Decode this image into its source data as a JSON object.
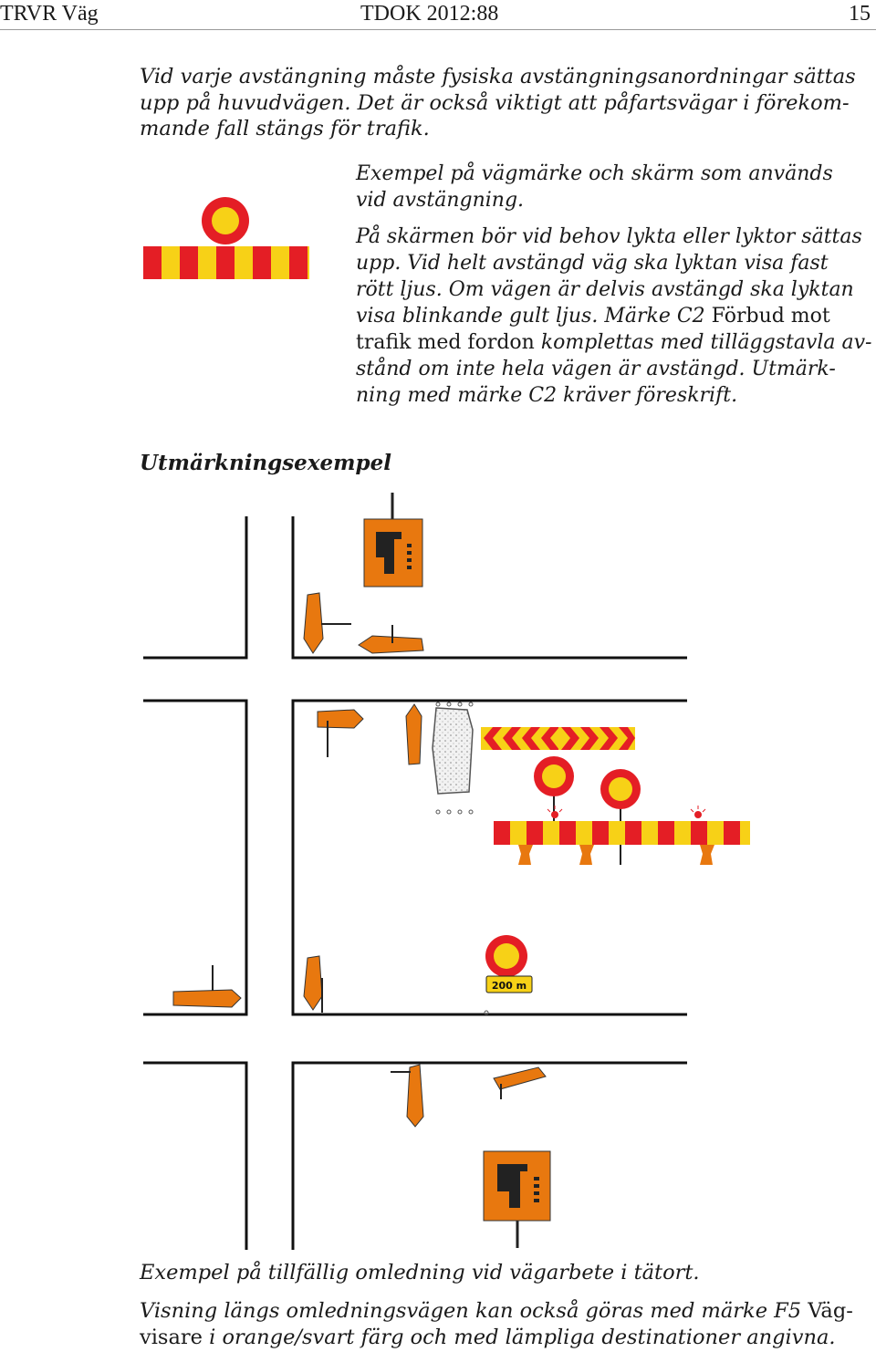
{
  "header": {
    "left": "TRVR Väg",
    "center": "TDOK 2012:88",
    "page_number": "15"
  },
  "intro": {
    "line1": "Vid varje avstängning måste fysiska avstängningsanordningar sättas",
    "line2": "upp på huvudvägen. Det är också viktigt att påfartsvägar i förekom-",
    "line3": "mande fall stängs för trafik."
  },
  "caption1": {
    "line1": "Exempel på vägmärke och skärm som används",
    "line2": "vid avstängning."
  },
  "caption2": {
    "line1": "På skärmen bör vid behov lykta eller lyktor sättas",
    "line2": "upp. Vid helt avstängd väg ska lyktan visa fast",
    "line3": "rött ljus. Om vägen är delvis avstängd ska lyktan",
    "line4": "visa blinkande gult ljus. Märke C2 ",
    "line4_upright": "Förbud mot",
    "line5_upright": "trafik med fordon",
    "line5": " komplettas med tilläggstavla av-",
    "line6": "stånd om inte hela vägen är avstängd. Utmärk-",
    "line7": "ning med märke C2 kräver föreskrift."
  },
  "section_heading": "Utmärkningsexempel",
  "diagram": {
    "distance_plate": "200 m",
    "colors": {
      "sign_orange": "#e8780f",
      "barrier_red": "#e41e25",
      "barrier_yellow": "#f7d117"
    }
  },
  "figure_caption": "Exempel på tillfällig omledning vid vägarbete i tätort.",
  "footer_text": {
    "line1": "Visning längs omledningsvägen kan också göras med märke F5 ",
    "line1_upright": "Väg-",
    "line2_upright": "visare",
    "line2": " i orange/svart färg och med lämpliga destinationer angivna."
  }
}
